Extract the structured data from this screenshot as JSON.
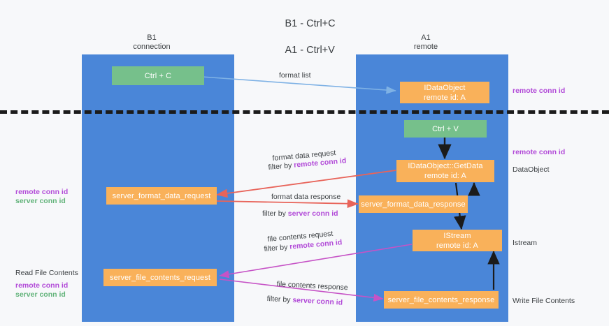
{
  "title": {
    "line1": "B1 - Ctrl+C",
    "line2": "A1 - Ctrl+V"
  },
  "columns": [
    {
      "name": "B1",
      "role": "connection"
    },
    {
      "name": "A1",
      "role": "remote"
    }
  ],
  "boxes": [
    {
      "id": "ctrl-c",
      "color": "green",
      "line1": "Ctrl + C",
      "line2": ""
    },
    {
      "id": "idataobject",
      "color": "orange",
      "line1": "IDataObject",
      "line2": "remote id: A"
    },
    {
      "id": "ctrl-v",
      "color": "green",
      "line1": "Ctrl + V",
      "line2": ""
    },
    {
      "id": "idataobject-getdata",
      "color": "orange",
      "line1": "IDataObject::GetData",
      "line2": "remote id: A"
    },
    {
      "id": "server-format-data-request",
      "color": "orange",
      "line1": "server_format_data_request",
      "line2": ""
    },
    {
      "id": "server-format-data-response",
      "color": "orange",
      "line1": "server_format_data_response",
      "line2": ""
    },
    {
      "id": "istream",
      "color": "orange",
      "line1": "IStream",
      "line2": "remote id: A"
    },
    {
      "id": "server-file-contents-request",
      "color": "orange",
      "line1": "server_file_contents_request",
      "line2": ""
    },
    {
      "id": "server-file-contents-response",
      "color": "orange",
      "line1": "server_file_contents_response",
      "line2": ""
    }
  ],
  "edge_labels": {
    "format_list": "format list",
    "format_data_request": "format data request",
    "format_data_request_filter_prefix": "filter by ",
    "format_data_request_filter_key": "remote conn id",
    "format_data_response": "format data response",
    "format_data_response_filter_prefix": "filter by ",
    "format_data_response_filter_key": "server conn id",
    "file_contents_request": "file contents request",
    "file_contents_request_filter_prefix": "filter by ",
    "file_contents_request_filter_key": "remote conn id",
    "file_contents_response": "file contents response",
    "file_contents_response_filter_prefix": "filter by ",
    "file_contents_response_filter_key": "server conn id"
  },
  "annotations": {
    "right_remote_conn_id_top": "remote conn id",
    "right_remote_conn_id_mid": "remote conn id",
    "right_dataobject": "DataObject",
    "right_istream": "Istream",
    "right_write_file_contents": "Write File Contents",
    "left_remote_conn_id_mid": "remote conn id",
    "left_server_conn_id_mid": "server conn id",
    "left_read_file_contents": "Read File Contents",
    "left_remote_conn_id_bottom": "remote conn id",
    "left_server_conn_id_bottom": "server conn id"
  },
  "colors": {
    "lane": "#4a86d8",
    "box_green": "#76c08b",
    "box_orange": "#f9b15a",
    "arrow_blue": "#7fb2e5",
    "arrow_red": "#e8645a",
    "arrow_magenta": "#c653c6",
    "arrow_black": "#1b1b1b",
    "key_purple": "#b24bd8",
    "key_green": "#62b37a",
    "background": "#f7f8fa"
  }
}
